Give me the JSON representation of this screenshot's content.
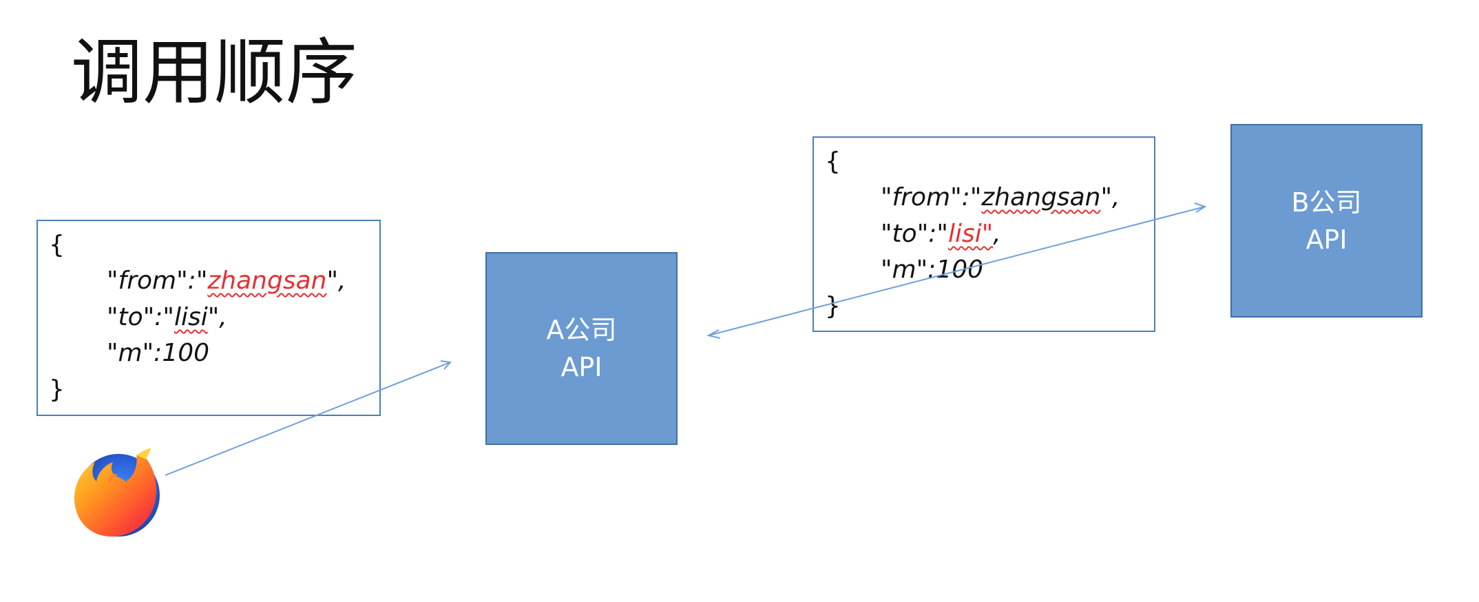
{
  "title": "调用顺序",
  "request_box_a": {
    "open_brace": "{",
    "lines": [
      {
        "key": "\"from\":\"",
        "value": "zhangsan",
        "tail": "\","
      },
      {
        "key": "\"to\":\"",
        "value": "lisi",
        "tail": "\","
      },
      {
        "key": "\"m\":",
        "value": "100",
        "tail": ""
      }
    ],
    "close_brace": "}"
  },
  "request_box_b": {
    "open_brace": "{",
    "lines": [
      {
        "key": "\"from\":\"",
        "value": "zhangsan",
        "tail": "\","
      },
      {
        "key": "\"to\":\"",
        "value": "lisi\"",
        "tail": ","
      },
      {
        "key": "\"m\":",
        "value": "100",
        "tail": ""
      }
    ],
    "close_brace": "}"
  },
  "company_a": {
    "line1": "A公司",
    "line2": "API"
  },
  "company_b": {
    "line1": "B公司",
    "line2": "API"
  },
  "colors": {
    "box_border": "#4a7ebb",
    "api_fill": "#6b9bd1",
    "highlight": "#e53030",
    "connector": "#6f9fd8"
  },
  "icons": {
    "browser": "firefox-logo-icon"
  }
}
